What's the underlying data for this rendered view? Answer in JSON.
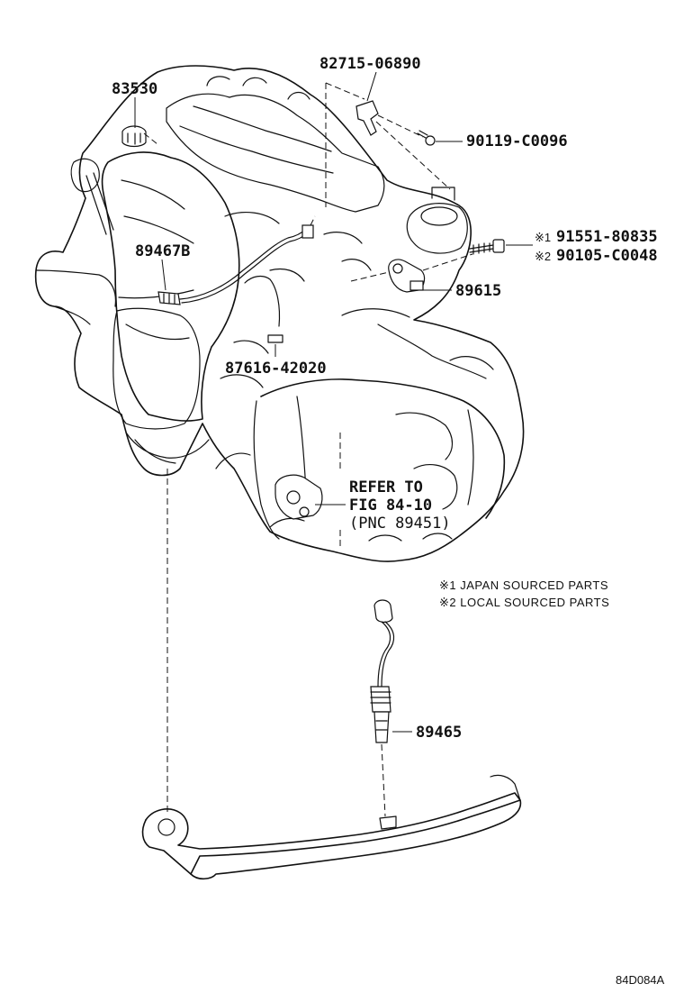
{
  "parts": {
    "p83530": "83530",
    "p82715": "82715-06890",
    "p90119": "90119-C0096",
    "p89467B": "89467B",
    "p91551_mark": "※1",
    "p91551": "91551-80835",
    "p90105_mark": "※2",
    "p90105": "90105-C0048",
    "p89615": "89615",
    "p87616": "87616-42020",
    "p89465": "89465"
  },
  "refer": {
    "line1": "REFER TO",
    "line2": "FIG 84-10",
    "line3": "(PNC 89451)"
  },
  "notes": {
    "note1": "※1 JAPAN SOURCED PARTS",
    "note2": "※2 LOCAL SOURCED PARTS"
  },
  "drawing_code": "84D084A"
}
